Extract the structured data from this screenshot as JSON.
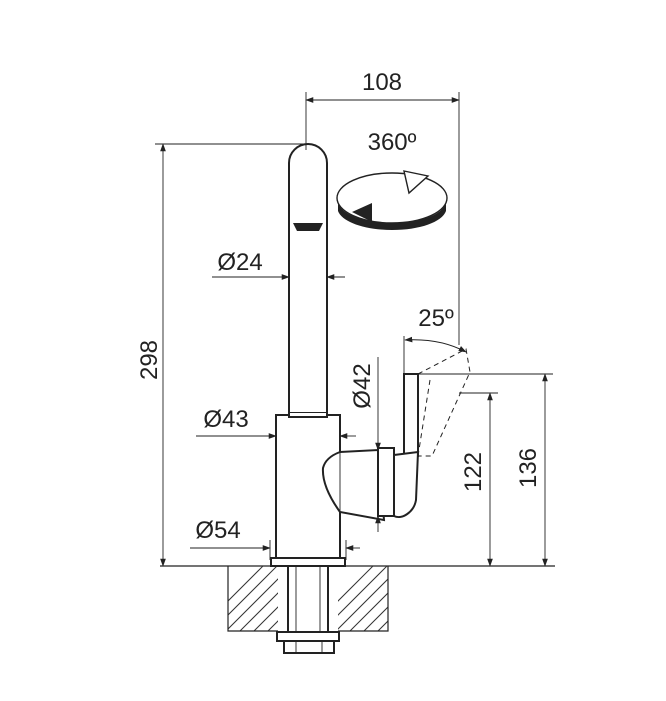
{
  "dimensions": {
    "reach": "108",
    "rotation": "360º",
    "spout_diameter": "Ø24",
    "total_height": "298",
    "lever_angle": "25º",
    "lever_diameter": "Ø42",
    "body_diameter": "Ø43",
    "base_diameter": "Ø54",
    "lever_height_inner": "122",
    "lever_height_outer": "136"
  },
  "colors": {
    "line": "#222222",
    "background": "#ffffff"
  }
}
